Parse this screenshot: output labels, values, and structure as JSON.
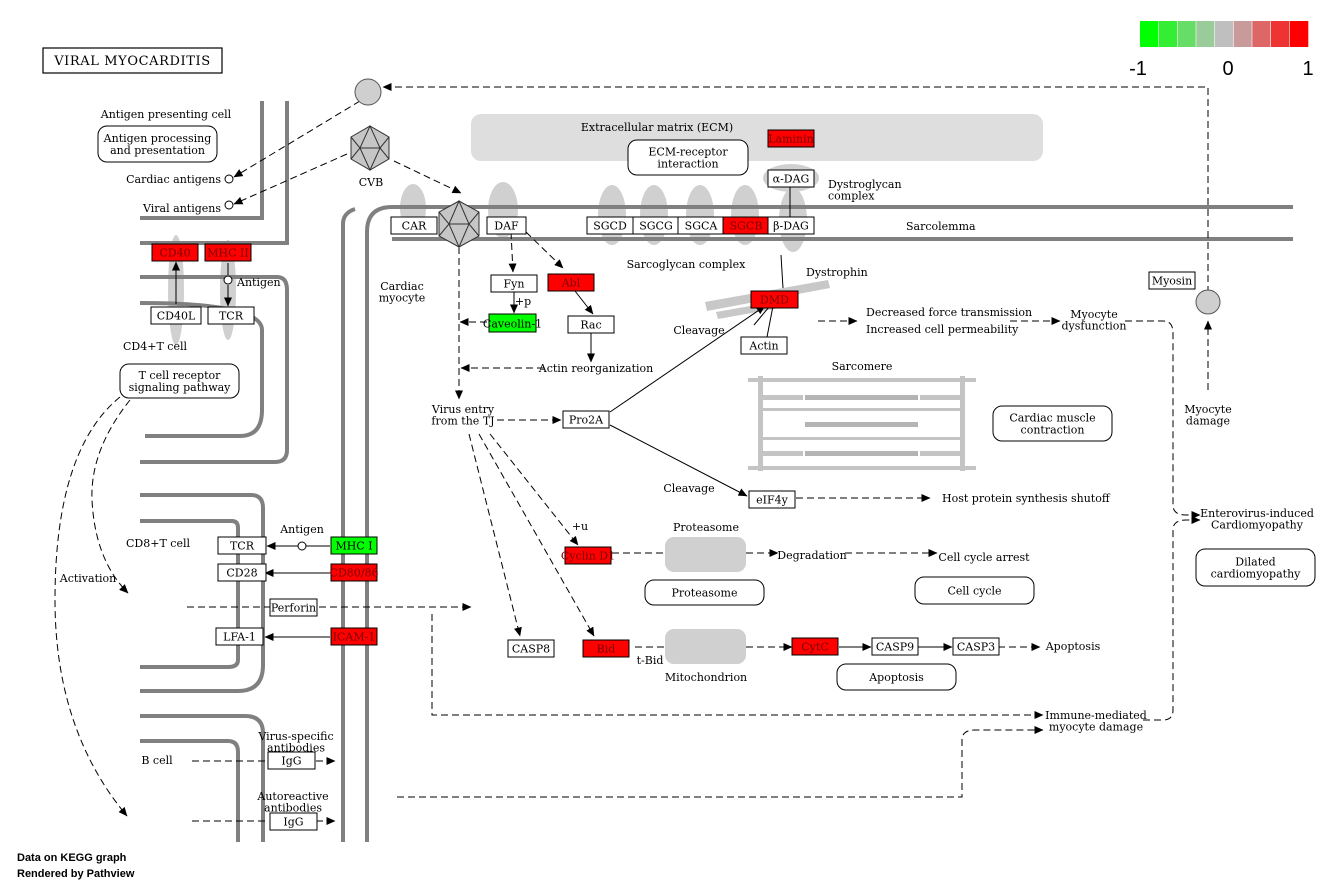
{
  "title": "VIRAL MYOCARDITIS",
  "legend": {
    "labels": [
      "-1",
      "0",
      "1"
    ],
    "colors": [
      "#00ff00",
      "#33ee33",
      "#66dd66",
      "#99cc99",
      "#bfbfbf",
      "#c89a9a",
      "#dd6666",
      "#ee3333",
      "#ff0000"
    ]
  },
  "footer": {
    "line1": "Data on KEGG graph",
    "line2": "Rendered by Pathview"
  },
  "colors": {
    "up": "#ff0000",
    "down": "#00ff00",
    "line": "#808080",
    "region": "#d9d9d9"
  },
  "genes": [
    {
      "id": "CD40",
      "label": "CD40",
      "state": "up"
    },
    {
      "id": "MHC2",
      "label": "MHC II",
      "state": "up"
    },
    {
      "id": "CD40L",
      "label": "CD40L",
      "state": "none"
    },
    {
      "id": "TCR1",
      "label": "TCR",
      "state": "none"
    },
    {
      "id": "TCR2",
      "label": "TCR",
      "state": "none"
    },
    {
      "id": "CD28",
      "label": "CD28",
      "state": "none"
    },
    {
      "id": "LFA1",
      "label": "LFA-1",
      "state": "none"
    },
    {
      "id": "MHC1",
      "label": "MHC I",
      "state": "down"
    },
    {
      "id": "CD8086",
      "label": "CD80/86",
      "state": "up"
    },
    {
      "id": "ICAM1",
      "label": "ICAM-1",
      "state": "up"
    },
    {
      "id": "Perforin",
      "label": "Perforin",
      "state": "none"
    },
    {
      "id": "IgG1",
      "label": "IgG",
      "state": "none"
    },
    {
      "id": "IgG2",
      "label": "IgG",
      "state": "none"
    },
    {
      "id": "CAR",
      "label": "CAR",
      "state": "none"
    },
    {
      "id": "DAF",
      "label": "DAF",
      "state": "none"
    },
    {
      "id": "Fyn",
      "label": "Fyn",
      "state": "none"
    },
    {
      "id": "Abl",
      "label": "Abl",
      "state": "up"
    },
    {
      "id": "Caveolin",
      "label": "Caveolin-1",
      "state": "down"
    },
    {
      "id": "Rac",
      "label": "Rac",
      "state": "none"
    },
    {
      "id": "SGCD",
      "label": "SGCD",
      "state": "none"
    },
    {
      "id": "SGCG",
      "label": "SGCG",
      "state": "none"
    },
    {
      "id": "SGCA",
      "label": "SGCA",
      "state": "none"
    },
    {
      "id": "SGCB",
      "label": "SGCB",
      "state": "up"
    },
    {
      "id": "bDAG",
      "label": "β-DAG",
      "state": "none"
    },
    {
      "id": "aDAG",
      "label": "α-DAG",
      "state": "none"
    },
    {
      "id": "Laminin",
      "label": "Laminin",
      "state": "up"
    },
    {
      "id": "DMD",
      "label": "DMD",
      "state": "up"
    },
    {
      "id": "Actin",
      "label": "Actin",
      "state": "none"
    },
    {
      "id": "Myosin",
      "label": "Myosin",
      "state": "none"
    },
    {
      "id": "Pro2A",
      "label": "Pro2A",
      "state": "none"
    },
    {
      "id": "eIF4y",
      "label": "eIF4y",
      "state": "none"
    },
    {
      "id": "CyclinD1",
      "label": "Cyclin D1",
      "state": "up"
    },
    {
      "id": "CASP8",
      "label": "CASP8",
      "state": "none"
    },
    {
      "id": "Bid",
      "label": "Bid",
      "state": "up"
    },
    {
      "id": "CytC",
      "label": "CytC",
      "state": "up"
    },
    {
      "id": "CASP9",
      "label": "CASP9",
      "state": "none"
    },
    {
      "id": "CASP3",
      "label": "CASP3",
      "state": "none"
    }
  ],
  "pathways": [
    {
      "id": "antigen_processing",
      "lines": [
        "Antigen processing",
        "and presentation"
      ]
    },
    {
      "id": "tcr_signaling",
      "lines": [
        "T cell receptor",
        "signaling pathway"
      ]
    },
    {
      "id": "ecm_receptor",
      "lines": [
        "ECM-receptor",
        "interaction"
      ]
    },
    {
      "id": "cardiac_contraction",
      "lines": [
        "Cardiac muscle",
        "contraction"
      ]
    },
    {
      "id": "proteasome",
      "lines": [
        "Proteasome"
      ]
    },
    {
      "id": "cell_cycle",
      "lines": [
        "Cell cycle"
      ]
    },
    {
      "id": "apoptosis",
      "lines": [
        "Apoptosis"
      ]
    },
    {
      "id": "dilated_cm",
      "lines": [
        "Dilated",
        "cardiomyopathy"
      ]
    }
  ],
  "labels": [
    {
      "id": "apc",
      "lines": [
        "Antigen presenting cell"
      ]
    },
    {
      "id": "cardiac_antigens",
      "lines": [
        "Cardiac antigens"
      ]
    },
    {
      "id": "viral_antigens",
      "lines": [
        "Viral antigens"
      ]
    },
    {
      "id": "antigen1",
      "lines": [
        "Antigen"
      ]
    },
    {
      "id": "cd4",
      "lines": [
        "CD4+T cell"
      ]
    },
    {
      "id": "cd8",
      "lines": [
        "CD8+T cell"
      ]
    },
    {
      "id": "antigen2",
      "lines": [
        "Antigen"
      ]
    },
    {
      "id": "activation",
      "lines": [
        "Activation"
      ]
    },
    {
      "id": "bcell",
      "lines": [
        "B cell"
      ]
    },
    {
      "id": "virus_ab",
      "lines": [
        "Virus-specific",
        "antibodies"
      ]
    },
    {
      "id": "auto_ab",
      "lines": [
        "Autoreactive",
        "antibodies"
      ]
    },
    {
      "id": "cvb",
      "lines": [
        "CVB"
      ]
    },
    {
      "id": "ecm",
      "lines": [
        "Extracellular matrix (ECM)"
      ]
    },
    {
      "id": "cardiac_myocyte",
      "lines": [
        "Cardiac",
        "myocyte"
      ]
    },
    {
      "id": "sarcoglycan",
      "lines": [
        "Sarcoglycan complex"
      ]
    },
    {
      "id": "dystroglycan",
      "lines": [
        "Dystroglycan",
        "complex"
      ]
    },
    {
      "id": "sarcolemma",
      "lines": [
        "Sarcolemma"
      ]
    },
    {
      "id": "dystrophin",
      "lines": [
        "Dystrophin"
      ]
    },
    {
      "id": "plus_p",
      "lines": [
        "+p"
      ]
    },
    {
      "id": "actin_reorg",
      "lines": [
        "Actin reorganization"
      ]
    },
    {
      "id": "virus_entry",
      "lines": [
        "Virus entry",
        "from the TJ"
      ]
    },
    {
      "id": "cleavage1",
      "lines": [
        "Cleavage"
      ]
    },
    {
      "id": "cleavage2",
      "lines": [
        "Cleavage"
      ]
    },
    {
      "id": "sarcomere",
      "lines": [
        "Sarcomere"
      ]
    },
    {
      "id": "dec_force",
      "lines": [
        "Decreased force transmission"
      ]
    },
    {
      "id": "inc_perm",
      "lines": [
        "Increased cell permeability"
      ]
    },
    {
      "id": "myo_dysf",
      "lines": [
        "Myocyte",
        "dysfunction"
      ]
    },
    {
      "id": "myo_damage",
      "lines": [
        "Myocyte",
        "damage"
      ]
    },
    {
      "id": "host_shutoff",
      "lines": [
        "Host protein synthesis shutoff"
      ]
    },
    {
      "id": "plus_u",
      "lines": [
        "+u"
      ]
    },
    {
      "id": "proteasome_lbl",
      "lines": [
        "Proteasome"
      ]
    },
    {
      "id": "degradation",
      "lines": [
        "Degradation"
      ]
    },
    {
      "id": "cc_arrest",
      "lines": [
        "Cell cycle arrest"
      ]
    },
    {
      "id": "tbid",
      "lines": [
        "t-Bid"
      ]
    },
    {
      "id": "mito",
      "lines": [
        "Mitochondrion"
      ]
    },
    {
      "id": "apoptosis_txt",
      "lines": [
        "Apoptosis"
      ]
    },
    {
      "id": "entero_cm",
      "lines": [
        "Enterovirus-induced",
        "Cardiomyopathy"
      ]
    },
    {
      "id": "immune_damage",
      "lines": [
        "Immune-mediated",
        "myocyte damage"
      ]
    }
  ]
}
